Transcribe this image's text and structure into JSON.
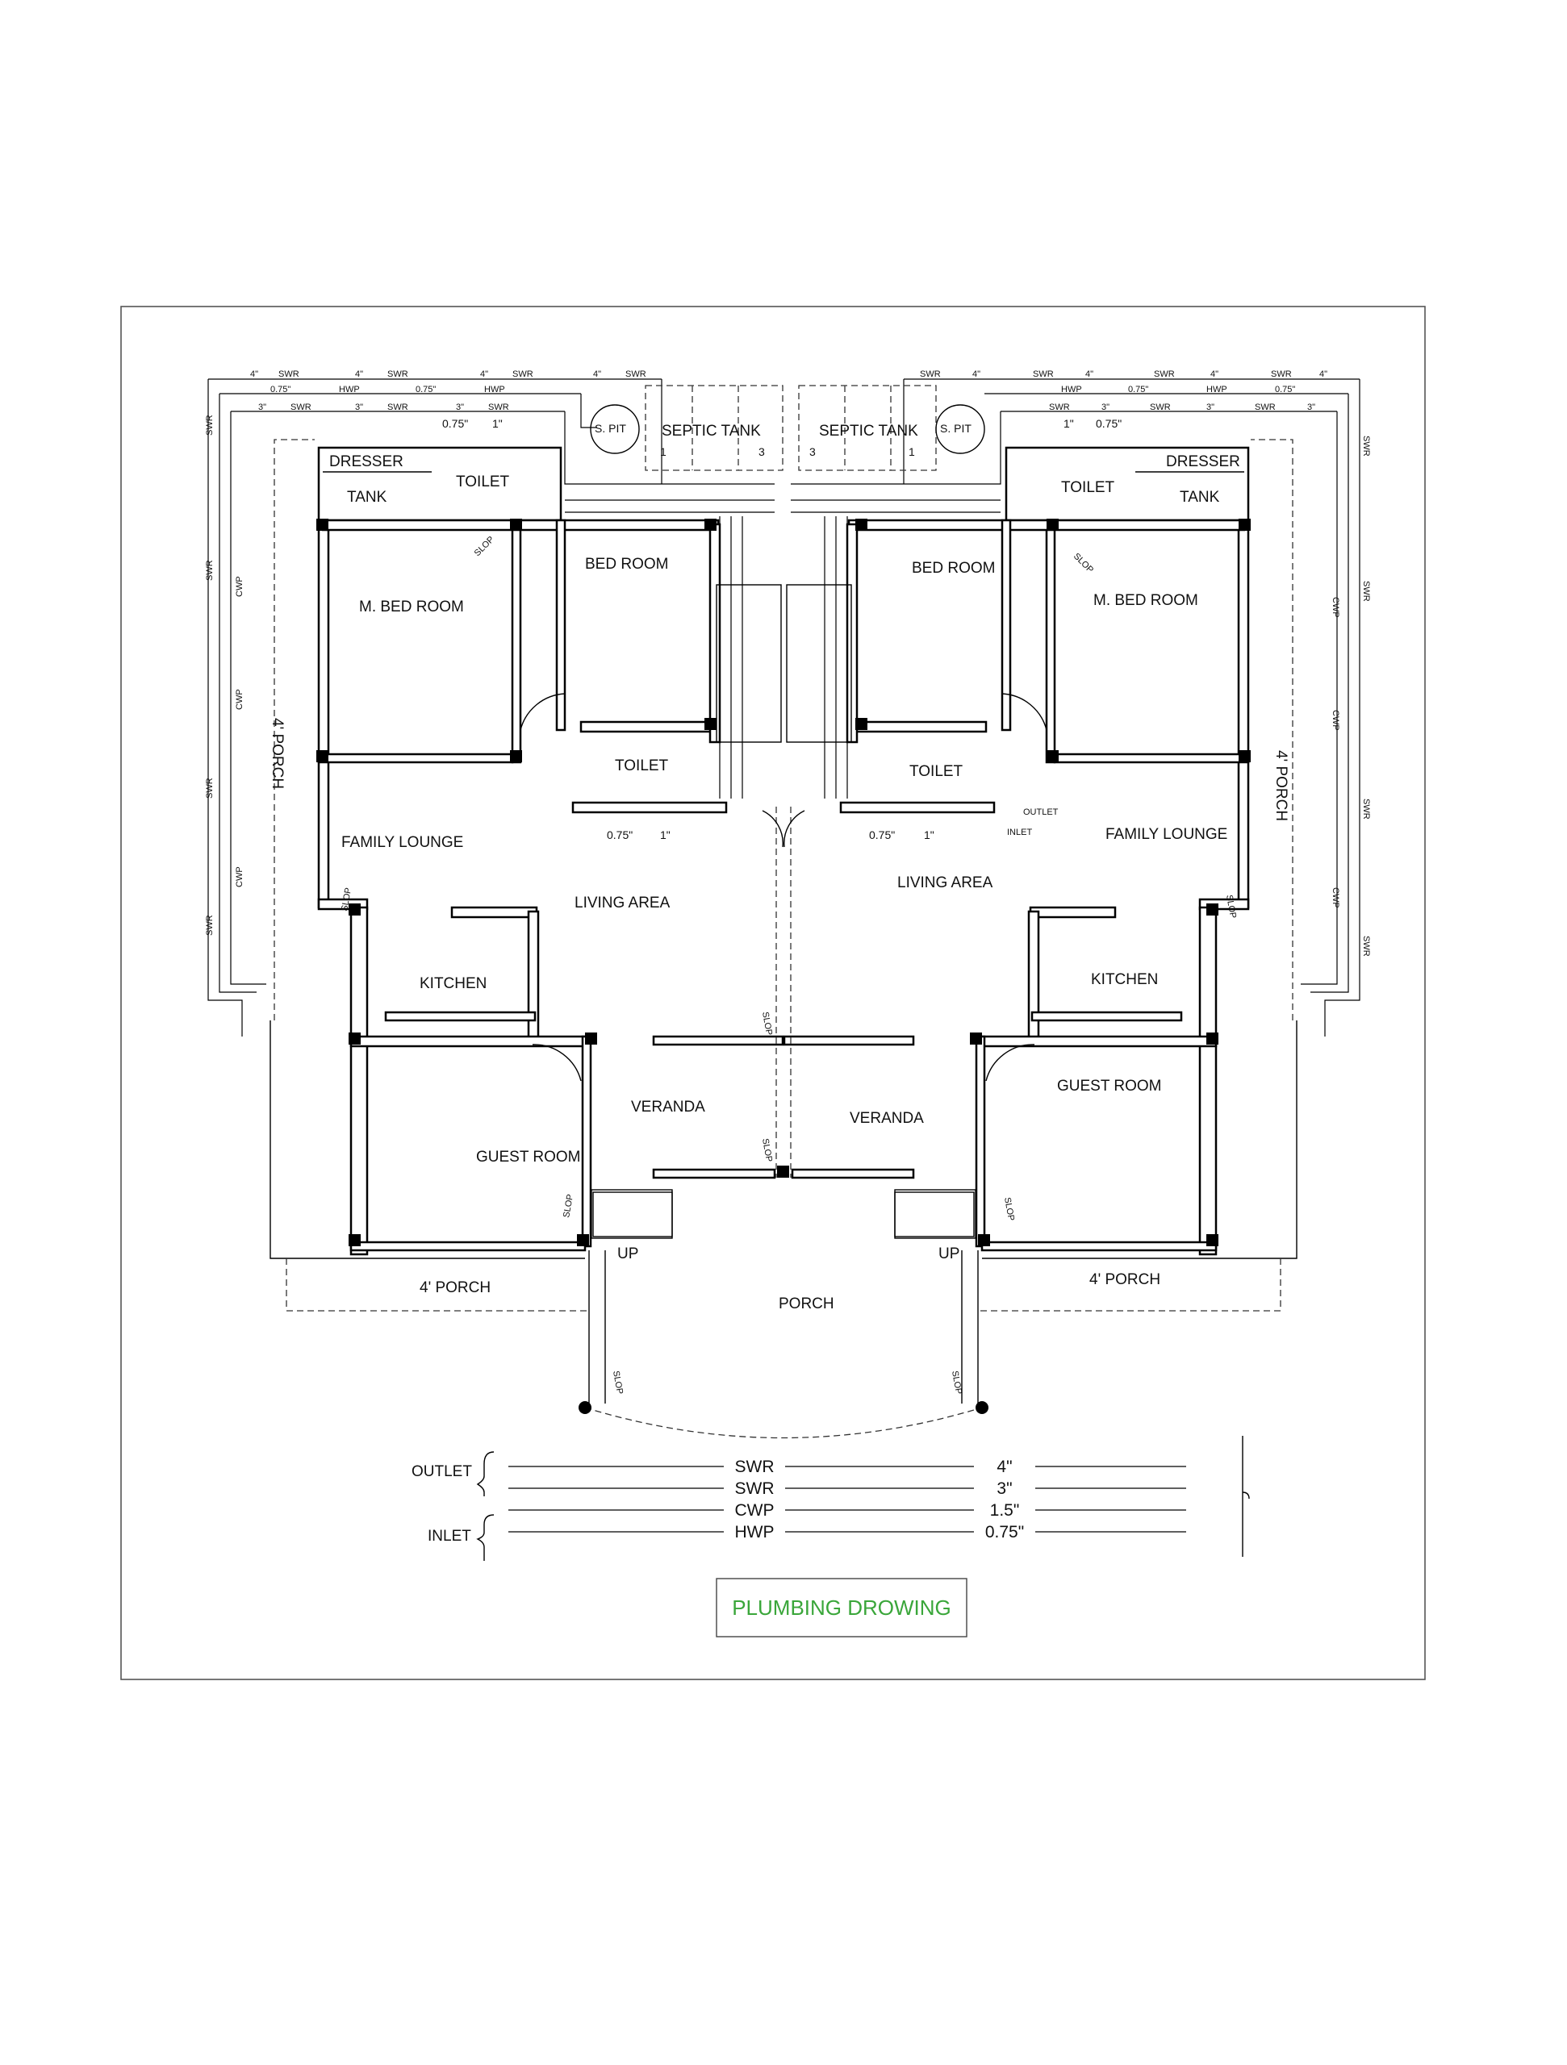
{
  "title": "PLUMBING DROWING",
  "title_color": "#3aa63a",
  "rooms": {
    "dresser": "DRESSER",
    "tank": "TANK",
    "toilet": "TOILET",
    "bed_room": "BED ROOM",
    "m_bed_room": "M. BED ROOM",
    "porch_side": "4' PORCH",
    "family_lounge": "FAMILY LOUNGE",
    "living_area": "LIVING AREA",
    "kitchen": "KITCHEN",
    "veranda": "VERANDA",
    "guest_room": "GUEST ROOM",
    "porch": "PORCH",
    "up": "UP",
    "septic_tank": "SEPTIC TANK",
    "s_pit": "S. PIT"
  },
  "pipe_labels": {
    "swr": "SWR",
    "hwp": "HWP",
    "cwp": "CWP",
    "slop": "SLOP",
    "outlet": "OUTLET",
    "inlet": "INLET",
    "s4": "4\"",
    "s3": "3\"",
    "s15": "1.5\"",
    "s075": "0.75\"",
    "s1": "1\"",
    "tank_1": "1",
    "tank_3": "3"
  },
  "legend": {
    "outlet_label": "OUTLET",
    "inlet_label": "INLET",
    "rows": [
      {
        "type": "SWR",
        "size": "4\""
      },
      {
        "type": "SWR",
        "size": "3\""
      },
      {
        "type": "CWP",
        "size": "1.5\""
      },
      {
        "type": "HWP",
        "size": "0.75\""
      }
    ]
  }
}
